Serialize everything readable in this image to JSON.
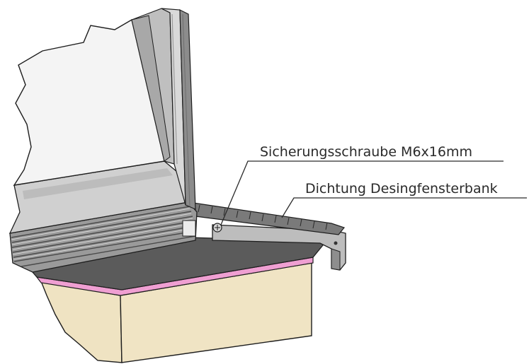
{
  "diagram": {
    "callouts": [
      {
        "label": "Sicherungsschraube M6x16mm",
        "points_to": "screw"
      },
      {
        "label": "Dichtung Desingfensterbank",
        "points_to": "sill-seal"
      }
    ],
    "colors": {
      "wall_render": "#efe3c2",
      "insulation": "#ef9fd2",
      "sill_top": "#5b5b5b",
      "frame_light": "#d4d4d4",
      "frame_dark": "#7c7c7c",
      "glass": "#f4f4f4",
      "outline": "#1e1e1e"
    }
  }
}
